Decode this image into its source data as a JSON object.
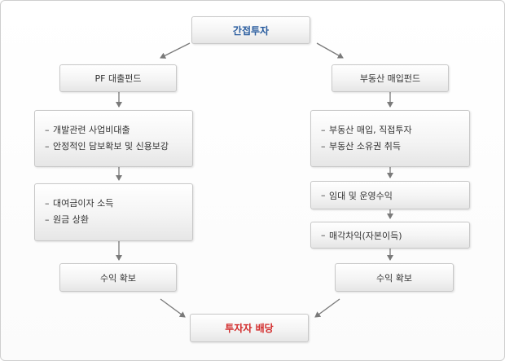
{
  "diagram": {
    "top": "간접투자",
    "left": {
      "title": "PF 대출펀드",
      "step1": [
        "개발관련 사업비대출",
        "안정적인 담보확보 및 신용보강"
      ],
      "step2": [
        "대여금이자 소득",
        "원금 상환"
      ],
      "result": "수익 확보"
    },
    "right": {
      "title": "부동산 매입펀드",
      "step1": [
        "부동산 매입, 직접투자",
        "부동산 소유권 취득"
      ],
      "step2": "임대 및 운영수익",
      "step3": "매각차익(자본이득)",
      "result": "수익 확보"
    },
    "bottom": "투자자 배당",
    "dash": "–"
  },
  "colors": {
    "top_text": "#2a5d9f",
    "bottom_text": "#d22b2b",
    "arrow": "#7a7a7a"
  }
}
